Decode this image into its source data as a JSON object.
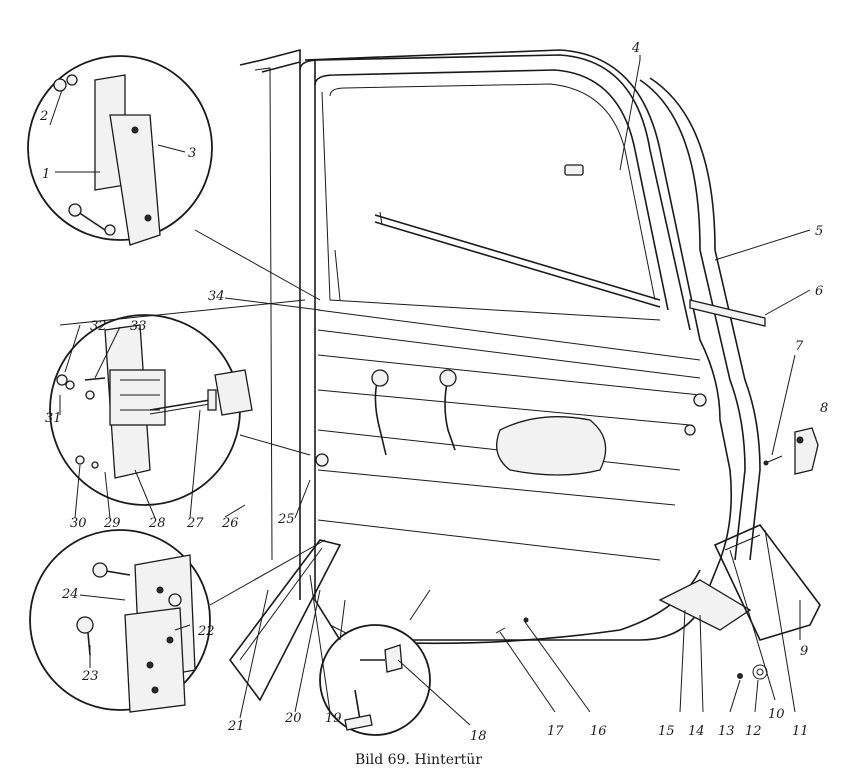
{
  "caption": "Bild 69. Hintertür",
  "callouts": {
    "n1": "1",
    "n2": "2",
    "n3": "3",
    "n4": "4",
    "n5": "5",
    "n6": "6",
    "n7": "7",
    "n8": "8",
    "n9": "9",
    "n10": "10",
    "n11": "11",
    "n12": "12",
    "n13": "13",
    "n14": "14",
    "n15": "15",
    "n16": "16",
    "n17": "17",
    "n18": "18",
    "n19": "19",
    "n20": "20",
    "n21": "21",
    "n22": "22",
    "n23": "23",
    "n24": "24",
    "n25": "25",
    "n26": "26",
    "n27": "27",
    "n28": "28",
    "n29": "29",
    "n30": "30",
    "n31": "31",
    "n32": "32",
    "n33": "33",
    "n34": "34"
  }
}
